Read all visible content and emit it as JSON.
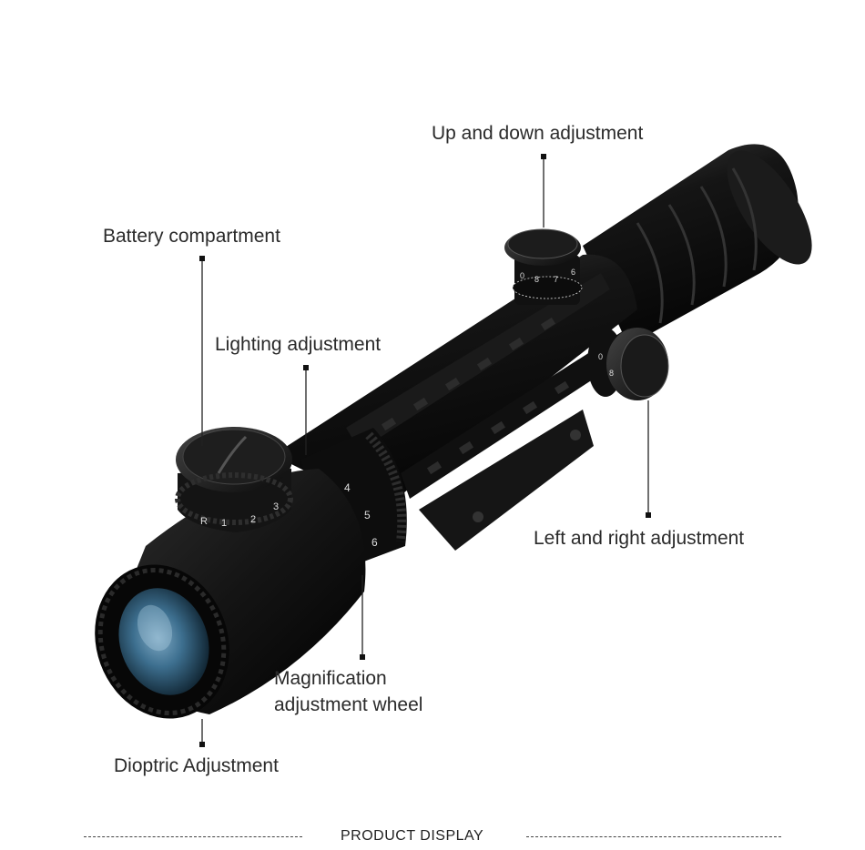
{
  "labels": {
    "up_down": "Up and down adjustment",
    "battery": "Battery compartment",
    "lighting": "Lighting adjustment",
    "left_right": "Left and right adjustment",
    "magnification_line1": "Magnification",
    "magnification_line2": "adjustment wheel",
    "dioptric": "Dioptric Adjustment"
  },
  "footer": {
    "title": "PRODUCT DISPLAY"
  },
  "dial_markings": {
    "illumination": [
      "R",
      "1",
      "2",
      "3"
    ],
    "magnification": [
      "4",
      "5",
      "6"
    ],
    "elevation": [
      "0",
      "8",
      "7",
      "6"
    ],
    "windage": [
      "0",
      "8"
    ]
  },
  "colors": {
    "scope_body": "#111111",
    "lens_tint": "#3d6f8f",
    "label_text": "#2a2a2a"
  }
}
